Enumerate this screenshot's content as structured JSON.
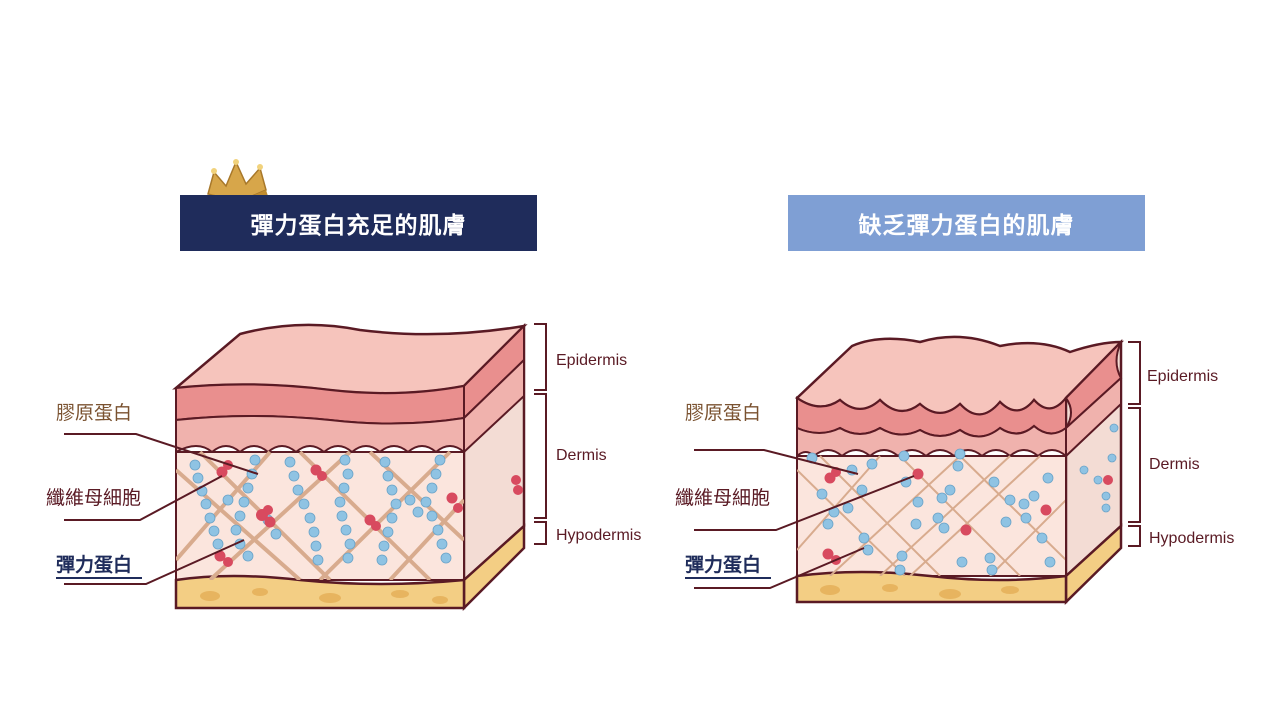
{
  "panels": [
    {
      "title": "彈力蛋白充足的肌膚",
      "labels": {
        "collagen": "膠原蛋白",
        "fibroblast": "纖維母細胞",
        "elastin": "彈力蛋白"
      },
      "layers": {
        "epidermis": "Epidermis",
        "dermis": "Dermis",
        "hypodermis": "Hypodermis"
      }
    },
    {
      "title": "缺乏彈力蛋白的肌膚",
      "labels": {
        "collagen": "膠原蛋白",
        "fibroblast": "纖維母細胞",
        "elastin": "彈力蛋白"
      },
      "layers": {
        "epidermis": "Epidermis",
        "dermis": "Dermis",
        "hypodermis": "Hypodermis"
      }
    }
  ],
  "colors": {
    "title_left_bg": "#1f2c5b",
    "title_right_bg": "#7f9fd4",
    "collagen_label": "#7a5230",
    "fibroblast_label": "#5a1a24",
    "elastin_label": "#1f2c5b",
    "outline": "#5a1a24",
    "elastin_dot": "#8fc3e3",
    "fibroblast_dot": "#d84a5f",
    "collagen_fiber": "#d8ab8e"
  },
  "icons": {
    "crown": "crown-icon"
  }
}
